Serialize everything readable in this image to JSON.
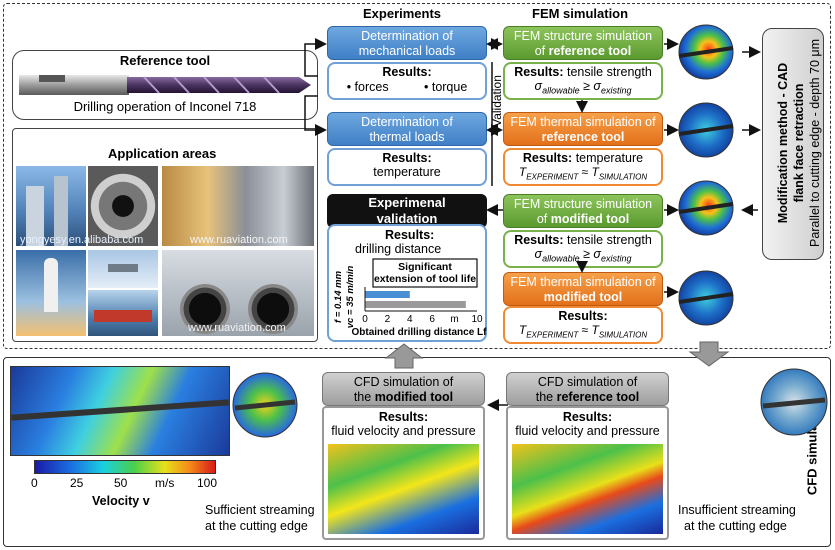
{
  "headers": {
    "experiments": "Experiments",
    "fem": "FEM simulation",
    "cfd": "CFD simulation"
  },
  "reference_tool": {
    "title": "Reference tool",
    "caption": "Drilling operation of Inconel 718"
  },
  "application": {
    "title": "Application areas",
    "watermark1": "yongyesy.en.alibaba.com",
    "watermark2": "www.ruaviation.com",
    "watermark3": "www.ruaviation.com"
  },
  "mech": {
    "title_l1": "Determination of",
    "title_l2": "mechanical loads",
    "results": "Results:",
    "b1": "forces",
    "b2": "torque"
  },
  "therm": {
    "title_l1": "Determination of",
    "title_l2": "thermal loads",
    "results": "Results:",
    "value": "temperature"
  },
  "validation_label": "Validation",
  "fem1": {
    "l1": "FEM structure simulation",
    "l2a": "of ",
    "l2b": "reference tool",
    "res": "Results:",
    "res_val": " tensile strength",
    "eq": "σallowable ≥ σexisting"
  },
  "fem2": {
    "l1": "FEM thermal simulation of",
    "l2": "reference tool",
    "res": "Results:",
    "res_val": " temperature",
    "eq": "TEXPERIMENT ≈ TSIMULATION"
  },
  "fem3": {
    "l1": "FEM structure simulation",
    "l2a": "of ",
    "l2b": "modified tool",
    "res": "Results:",
    "res_val": " tensile strength",
    "eq": "σallowable ≥ σexisting"
  },
  "fem4": {
    "l1": "FEM thermal simulation of",
    "l2": "modified tool",
    "res": "Results:",
    "eq": "TEXPERIMENT ≈ TSIMULATION"
  },
  "exp_val": {
    "title_l1": "Experimenal",
    "title_l2": "validation",
    "results": "Results:",
    "value": "drilling distance",
    "chart_data": {
      "type": "bar",
      "side_label_1": "f = 0.14 mm",
      "side_label_2": "vc = 35 m/min",
      "annotation_l1": "Significant",
      "annotation_l2": "extension of tool life",
      "xticks": [
        "0",
        "2",
        "4",
        "6",
        "m",
        "10"
      ],
      "xlabel": "Obtained drilling distance Lf",
      "values": [
        4.0,
        9.0
      ],
      "xlim": [
        0,
        10
      ],
      "colors": [
        "#4a8fd4",
        "#9a9a9a"
      ]
    }
  },
  "modification": {
    "l1": "Modification method - CAD",
    "l2": "flank face retraction",
    "l3": "Parallel to cutting edge - depth 70 μm"
  },
  "cfd_ref": {
    "l1": "CFD simulation of",
    "l2a": "the ",
    "l2b": "reference tool",
    "res": "Results:",
    "val": "fluid velocity and pressure",
    "note_l1": "Insufficient streaming",
    "note_l2": "at the cutting edge"
  },
  "cfd_mod": {
    "l1": "CFD simulation of",
    "l2a": "the ",
    "l2b": "modified tool",
    "res": "Results:",
    "val": "fluid velocity and pressure",
    "note_l1": "Sufficient streaming",
    "note_l2": "at the cutting edge"
  },
  "colorbar": {
    "ticks": [
      "0",
      "25",
      "50",
      "m/s",
      "100"
    ],
    "label": "Velocity v"
  }
}
